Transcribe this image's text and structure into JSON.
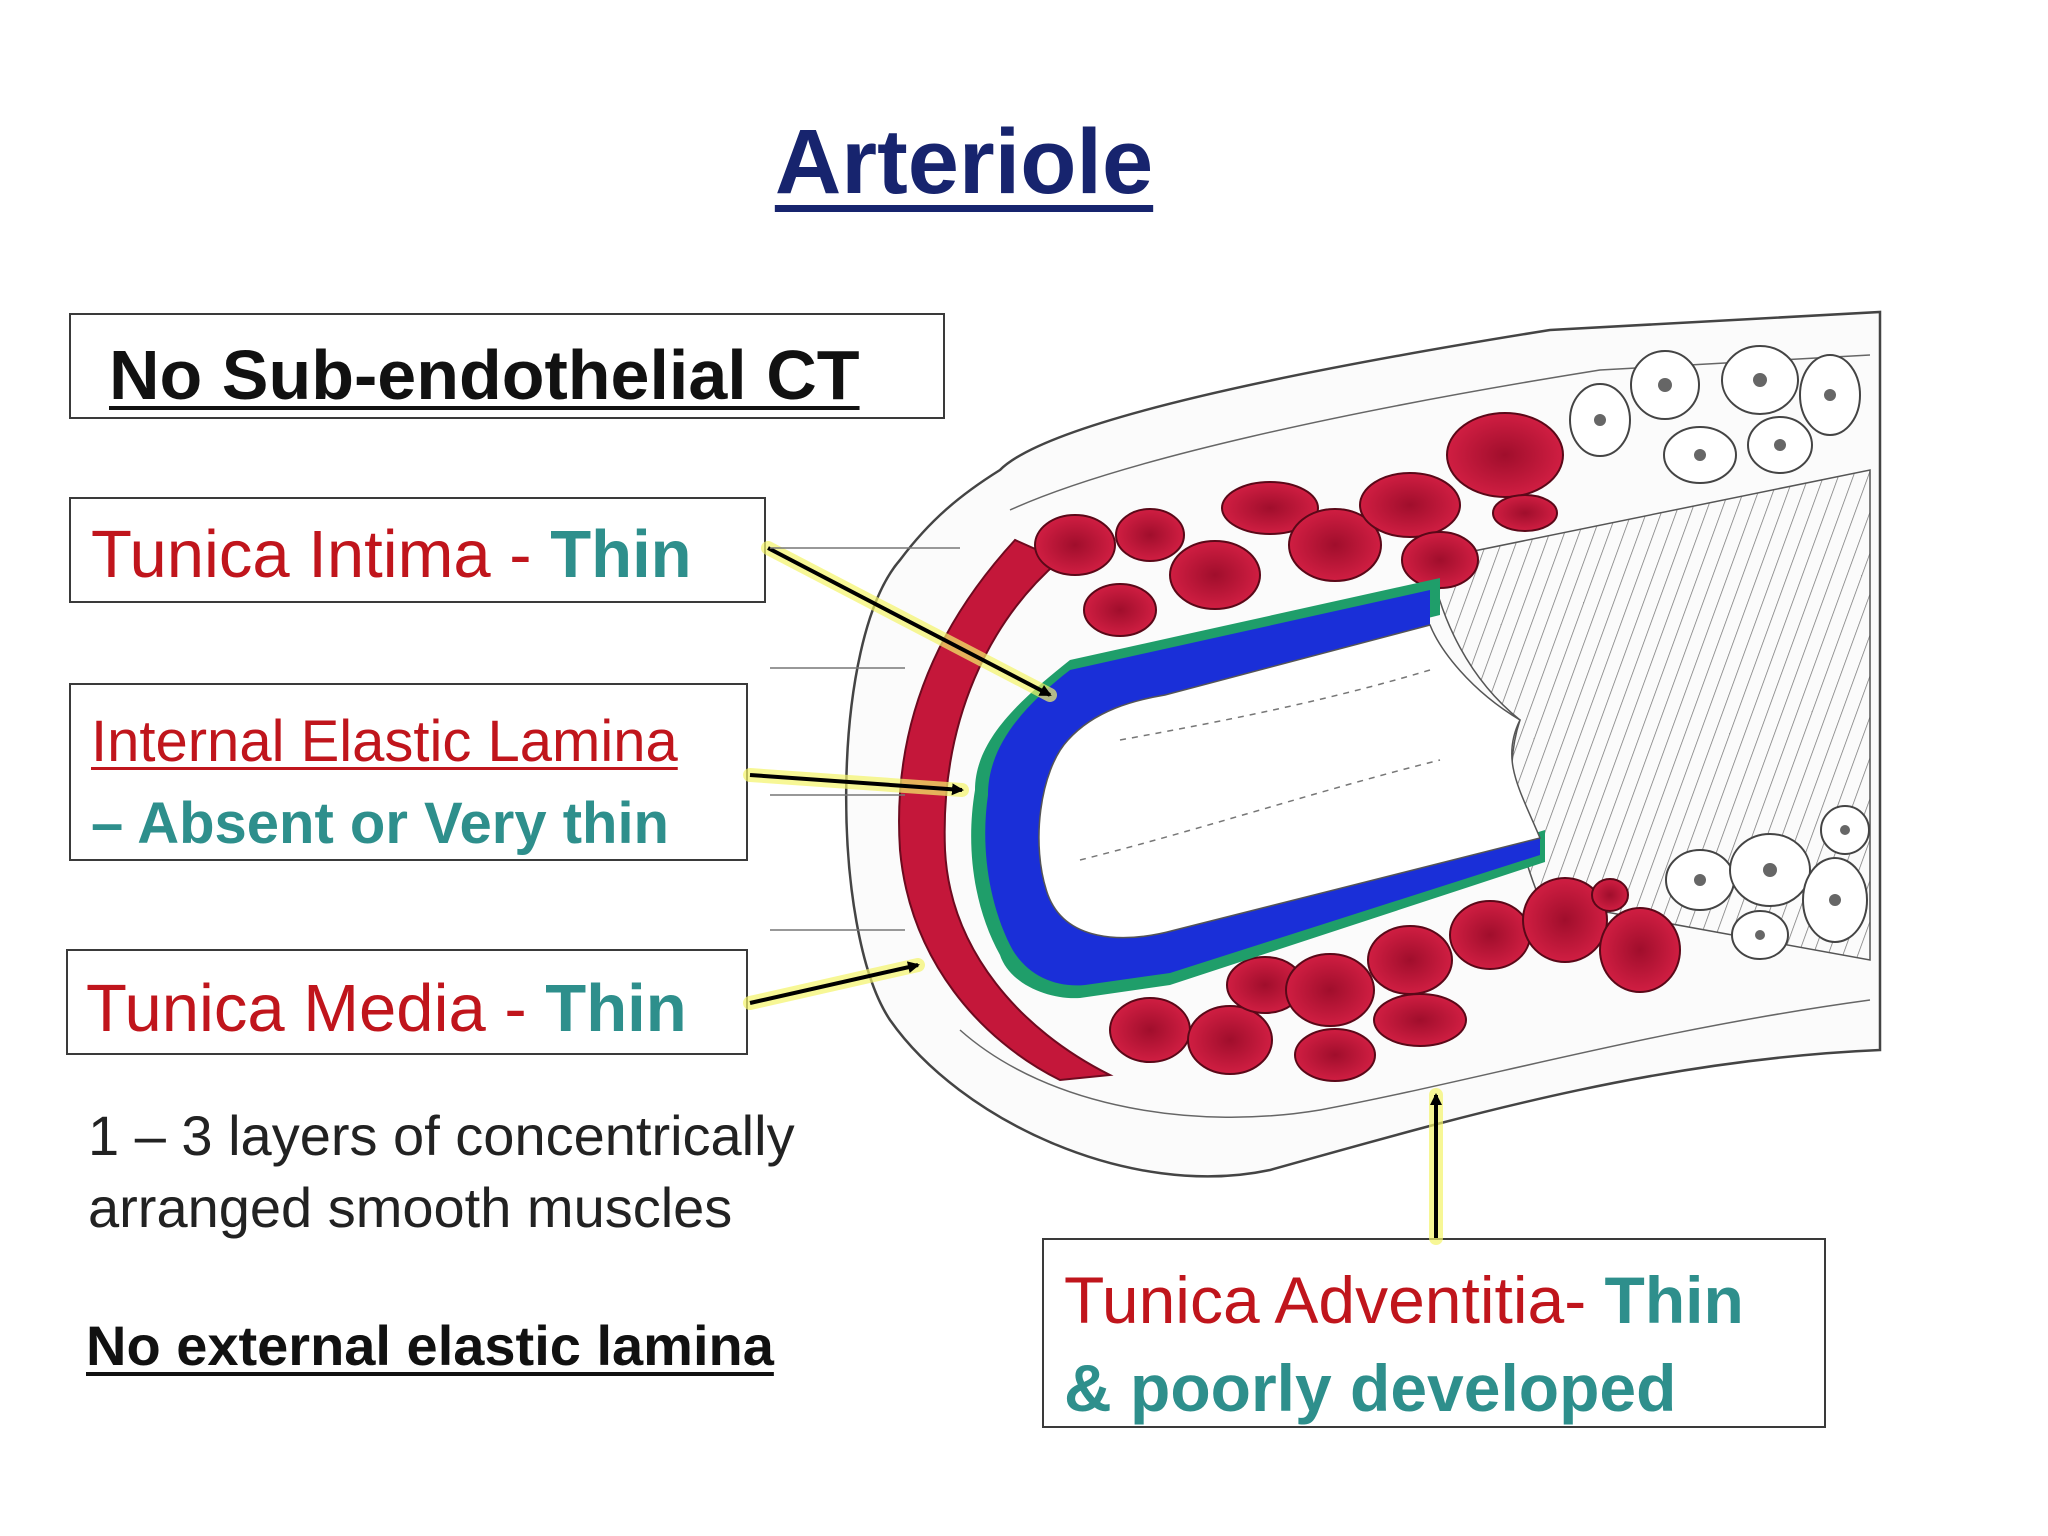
{
  "title": "Arteriole",
  "box_subendothelial": "No Sub-endothelial CT",
  "intima": {
    "name": "Tunica Intima - ",
    "quality": "Thin"
  },
  "iel": {
    "name": "Internal Elastic Lamina",
    "quality": "– Absent or Very thin"
  },
  "media": {
    "name": "Tunica Media - ",
    "quality": "Thin"
  },
  "media_note": {
    "line1": "1 – 3 layers of concentrically",
    "line2": "arranged smooth muscles"
  },
  "eel_note": "No external elastic lamina",
  "adventitia": {
    "name": "Tunica Adventitia- ",
    "quality": "Thin",
    "quality2": "& poorly developed"
  },
  "colors": {
    "title_navy": "#17246e",
    "label_red": "#c0151c",
    "label_teal": "#2e8f8c",
    "muscle_red": "#c4173a",
    "intima_blue": "#1a2fd8",
    "elastic_green": "#1f9e6a",
    "arrow_glow": "#f4f46a"
  }
}
